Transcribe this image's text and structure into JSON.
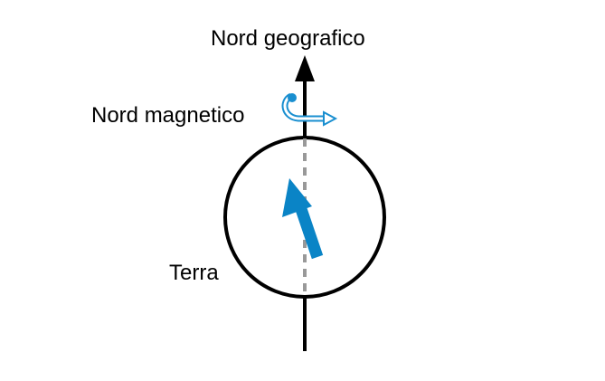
{
  "diagram": {
    "labels": {
      "geographic_north": "Nord geografico",
      "magnetic_north": "Nord magnetico",
      "earth": "Terra"
    },
    "colors": {
      "axis": "#000000",
      "magnetic_axis": "#999999",
      "magnet_arrow": "#0a84c6",
      "rotation_arrow": "#1a8fd0"
    },
    "icons": {
      "rotation": "rotation-arrow-icon",
      "magnetic_needle": "compass-needle-arrow-icon"
    }
  }
}
